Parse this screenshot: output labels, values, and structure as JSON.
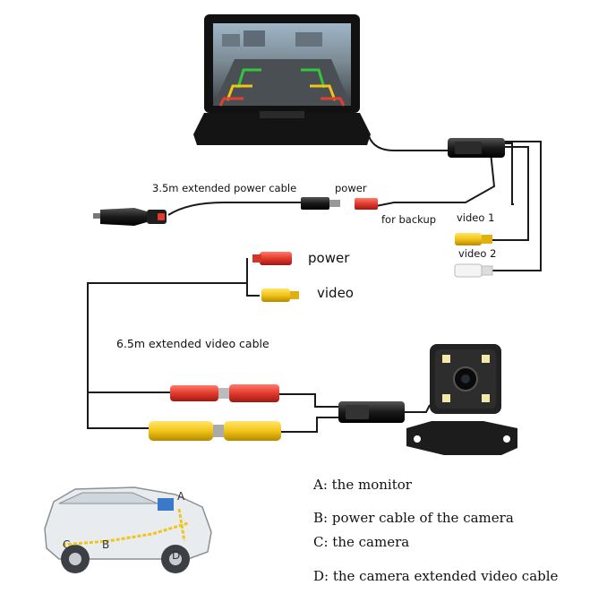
{
  "labels": {
    "ext_power_cable": "3.5m extended power cable",
    "power_top": "power",
    "for_backup": "for backup",
    "video1": "video 1",
    "video2": "video 2",
    "power_mid": "power",
    "video_mid": "video",
    "ext_video_cable": "6.5m extended video cable"
  },
  "legend": [
    "A: the monitor",
    "B: power cable of the camera",
    "C: the camera",
    "D: the camera extended video cable"
  ],
  "car_letters": {
    "a": "A",
    "b": "B",
    "c": "C",
    "d": "D"
  },
  "colors": {
    "wire": "#1a1a1a",
    "rca_red": "#e23a2e",
    "rca_yellow": "#f2c418",
    "rca_white": "#f2f2f2"
  }
}
